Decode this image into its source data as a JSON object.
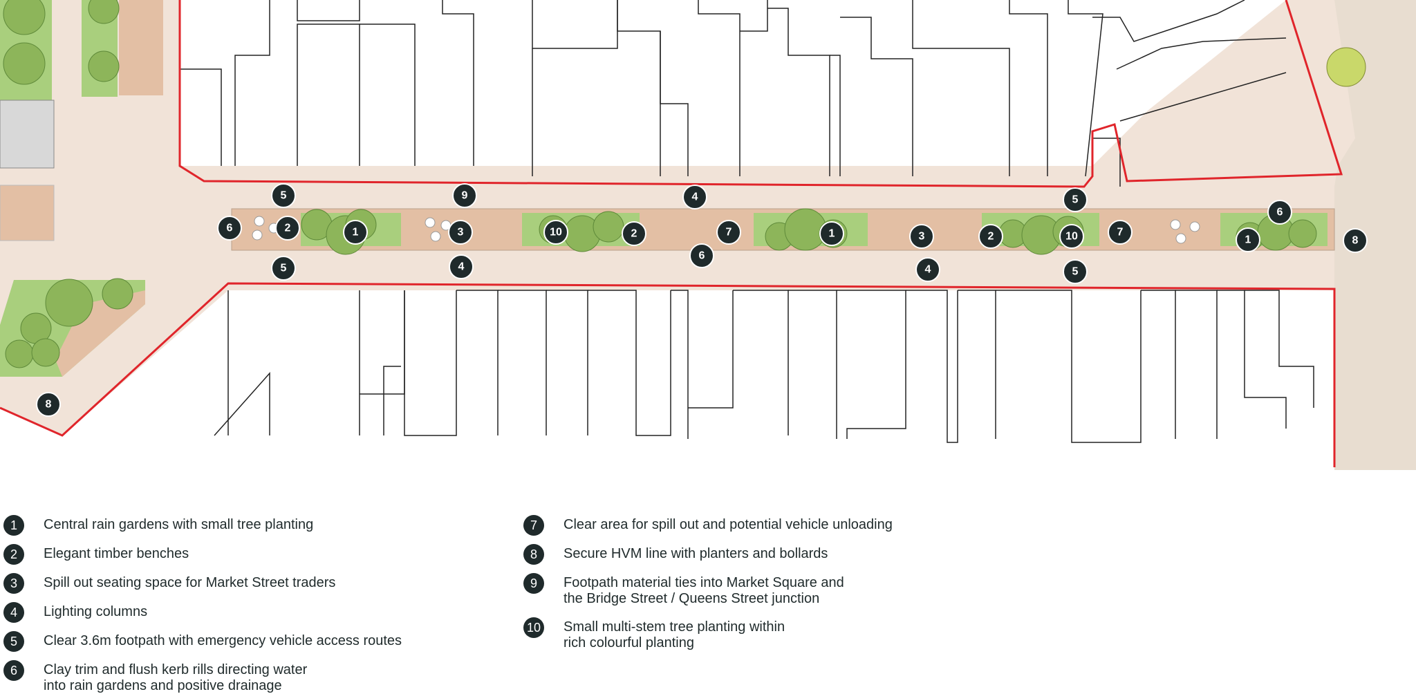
{
  "markers": [
    {
      "id": "m1",
      "label": "5"
    },
    {
      "id": "m2",
      "label": "9"
    },
    {
      "id": "m3",
      "label": "4"
    },
    {
      "id": "m4",
      "label": "5"
    },
    {
      "id": "m5",
      "label": "6"
    },
    {
      "id": "m6",
      "label": "2"
    },
    {
      "id": "m7",
      "label": "1"
    },
    {
      "id": "m8",
      "label": "3"
    },
    {
      "id": "m9",
      "label": "10"
    },
    {
      "id": "m10",
      "label": "2"
    },
    {
      "id": "m11",
      "label": "7"
    },
    {
      "id": "m12",
      "label": "1"
    },
    {
      "id": "m13",
      "label": "3"
    },
    {
      "id": "m14",
      "label": "2"
    },
    {
      "id": "m15",
      "label": "10"
    },
    {
      "id": "m16",
      "label": "7"
    },
    {
      "id": "m17",
      "label": "6"
    },
    {
      "id": "m18",
      "label": "1"
    },
    {
      "id": "m19",
      "label": "8"
    },
    {
      "id": "m20",
      "label": "5"
    },
    {
      "id": "m21",
      "label": "4"
    },
    {
      "id": "m22",
      "label": "6"
    },
    {
      "id": "m23",
      "label": "4"
    },
    {
      "id": "m24",
      "label": "5"
    },
    {
      "id": "m25",
      "label": "8"
    }
  ],
  "legend": [
    {
      "number": "1",
      "text": "Central rain gardens with small tree planting"
    },
    {
      "number": "2",
      "text": "Elegant timber benches"
    },
    {
      "number": "3",
      "text": "Spill out seating space for Market Street traders"
    },
    {
      "number": "4",
      "text": "Lighting columns"
    },
    {
      "number": "5",
      "text": "Clear 3.6m footpath with emergency vehicle access routes"
    },
    {
      "number": "6",
      "text": "Clay trim and flush kerb rills directing water\ninto rain gardens and positive drainage"
    },
    {
      "number": "7",
      "text": "Clear area for spill out and potential vehicle unloading"
    },
    {
      "number": "8",
      "text": "Secure HVM line with planters and bollards"
    },
    {
      "number": "9",
      "text": "Footpath material ties into Market Square and\nthe Bridge Street / Queens Street junction"
    },
    {
      "number": "10",
      "text": "Small multi-stem tree planting within\nrich colourful planting"
    }
  ],
  "colors": {
    "paving": "#f1e3d8",
    "clay": "#e3bfa4",
    "planting": "#a9cf7d",
    "tree": "#8db55a",
    "boundary": "#e0252b",
    "marker": "#1f2a2b",
    "building_line": "#222222"
  }
}
